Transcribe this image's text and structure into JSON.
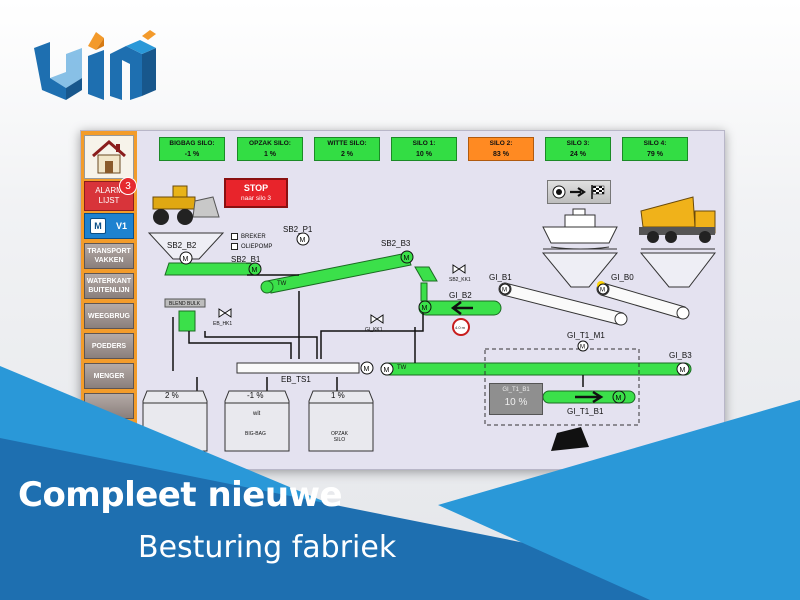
{
  "brand": {
    "colors": {
      "blue": "#1e6fb0",
      "orange": "#f39a2b",
      "light_blue": "#2a98d8"
    }
  },
  "silos": [
    {
      "name": "BIGBAG SILO:",
      "value": "-1  %",
      "color": "#33dd44"
    },
    {
      "name": "OPZAK SILO:",
      "value": "1  %",
      "color": "#33dd44"
    },
    {
      "name": "WITTE SILO:",
      "value": "2  %",
      "color": "#33dd44"
    },
    {
      "name": "SILO 1:",
      "value": "10  %",
      "color": "#33dd44"
    },
    {
      "name": "SILO 2:",
      "value": "83  %",
      "color": "#ff8a22"
    },
    {
      "name": "SILO 3:",
      "value": "24  %",
      "color": "#33dd44"
    },
    {
      "name": "SILO 4:",
      "value": "79  %",
      "color": "#33dd44"
    }
  ],
  "sidebar": {
    "alarm_label": "ALARM\nLIJST",
    "alarm_count": "3",
    "v1_icon": "M",
    "v1_label": "V1",
    "items": [
      "TRANSPORT\nVAKKEN",
      "WATERKANT\nBUITENLIJN",
      "WEEGBRUG",
      "POEDERS",
      "MENGER"
    ]
  },
  "stop": {
    "title": "STOP",
    "subtitle": "naar silo 3"
  },
  "checkboxes": {
    "breker": "BREKER",
    "oliepomp": "OLIEPOMP"
  },
  "labels": {
    "sb2_b2": "SB2_B2",
    "sb2_p1": "SB2_P1",
    "sb2_b1": "SB2_B1",
    "sb2_b3": "SB2_B3",
    "tw1": "TW",
    "tw2": "TW",
    "blend_bulk": "BLEND BULK",
    "eb_hk1": "EB_HK1",
    "gi_kk1": "GI_KK1",
    "sb2_kk1": "SB2_KK1",
    "gi_b2": "GI_B2",
    "gi_b1": "GI_B1",
    "gi_b0": "GI_B0",
    "gi_t1_m1": "GI_T1_M1",
    "gi_b3": "GI_B3",
    "gi_t1_b1": "GI_T1_B1",
    "eb_ts1": "EB_TS1",
    "motor": "M",
    "speed": "4.0 m",
    "silo_a_pct": "2   %",
    "silo_b_pct": "-1   %",
    "silo_b_name": "wit",
    "silo_b_sub": "BIG-BAG",
    "silo_c_pct": "1   %",
    "silo_c_sub": "OPZAK\nSILO"
  },
  "gi_t1_b1_box": {
    "title": "GI_T1_B1",
    "value": "10 %"
  },
  "banner": {
    "headline": "Compleet nieuwe",
    "subline": "Besturing fabriek"
  }
}
